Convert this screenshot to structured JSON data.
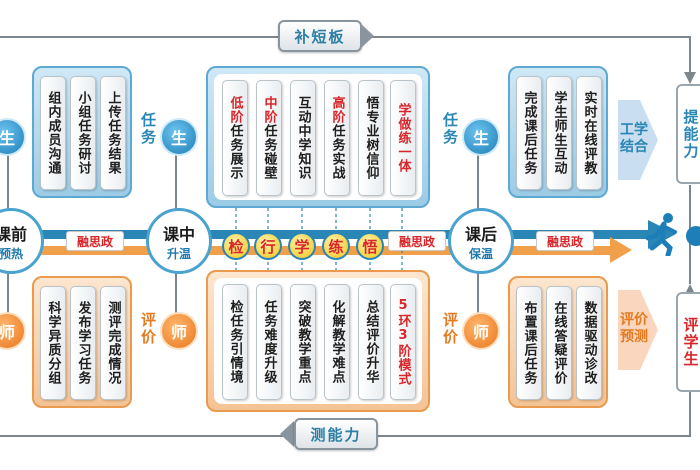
{
  "top_tag": "补短板",
  "bottom_tag": "测能力",
  "right_edge": {
    "top": "提能力",
    "bottom": "评学生"
  },
  "stages": {
    "pre": {
      "name": "课前",
      "sub": "预热"
    },
    "mid": {
      "name": "课中",
      "sub": "升温"
    },
    "post": {
      "name": "课后",
      "sub": "保温"
    }
  },
  "rongsizheng": [
    "融思政",
    "融思政",
    "融思政"
  ],
  "circles": {
    "student": "生",
    "teacher": "师"
  },
  "side_labels": {
    "task": "任务",
    "eval": "评价"
  },
  "pre_student": [
    "组内成员沟通",
    "小组任务研讨",
    "上传任务结果"
  ],
  "pre_teacher": [
    "科学异质分组",
    "发布学习任务",
    "测评完成情况"
  ],
  "mid_student": [
    {
      "text": "低阶任务展示",
      "head": "低阶"
    },
    {
      "text": "中阶任务碰壁",
      "head": "中阶"
    },
    {
      "text": "互动中学知识",
      "head": ""
    },
    {
      "text": "高阶任务实战",
      "head": "高阶"
    },
    {
      "text": "悟专业树信仰",
      "head": ""
    },
    {
      "text": "学做练一体",
      "head": "all"
    }
  ],
  "mid_links": [
    "检",
    "行",
    "学",
    "练",
    "悟"
  ],
  "mid_teacher": [
    "检任务引情境",
    "任务难度升级",
    "突破教学重点",
    "化解教学难点",
    "总结评价升华"
  ],
  "mid_model": "5环3阶模式",
  "post_student": [
    "完成课后任务",
    "学生师生互动",
    "实时在线评教"
  ],
  "post_teacher": [
    "布置课后任务",
    "在线答疑评价",
    "数据驱动诊改"
  ],
  "post_goals": {
    "top": "工学结合",
    "bottom": "评价预测"
  },
  "colors": {
    "blue": "#2a86b4",
    "orange": "#e47b22",
    "red": "#d8262b"
  }
}
